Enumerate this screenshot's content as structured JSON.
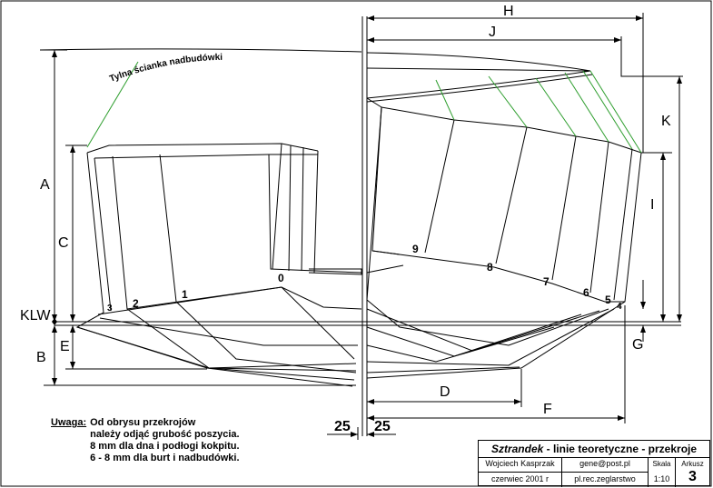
{
  "diagram": {
    "caption_wall": "Tylna ścianka nadbudówki",
    "dimensions": {
      "A": "A",
      "B": "B",
      "C": "C",
      "D": "D",
      "E": "E",
      "F": "F",
      "G": "G",
      "H": "H",
      "I": "I",
      "J": "J",
      "K": "K",
      "KLW": "KLW",
      "left_25": "25",
      "right_25": "25"
    },
    "stations_left": [
      "0",
      "1",
      "2",
      "3"
    ],
    "stations_right": [
      "4",
      "5",
      "6",
      "7",
      "8",
      "9"
    ],
    "colors": {
      "line": "#000000",
      "green": "#2e9e2e",
      "background": "#ffffff"
    }
  },
  "note": {
    "label": "Uwaga:",
    "lines": [
      "Od obrysu przekrojów",
      "należy odjąć grubość poszycia.",
      "8 mm dla dna i podłogi kokpitu.",
      "6 - 8 mm dla burt i nadbudówki."
    ]
  },
  "title_block": {
    "project": "Sztrandek",
    "subtitle": " - linie teoretyczne - przekroje",
    "author": "Wojciech Kasprzak",
    "email": "gene@post.pl",
    "date": "czerwiec 2001 r",
    "site": "pl.rec.zeglarstwo",
    "scale_label": "Skala",
    "scale_value": "1:10",
    "sheet_label": "Arkusz",
    "sheet_value": "3"
  }
}
